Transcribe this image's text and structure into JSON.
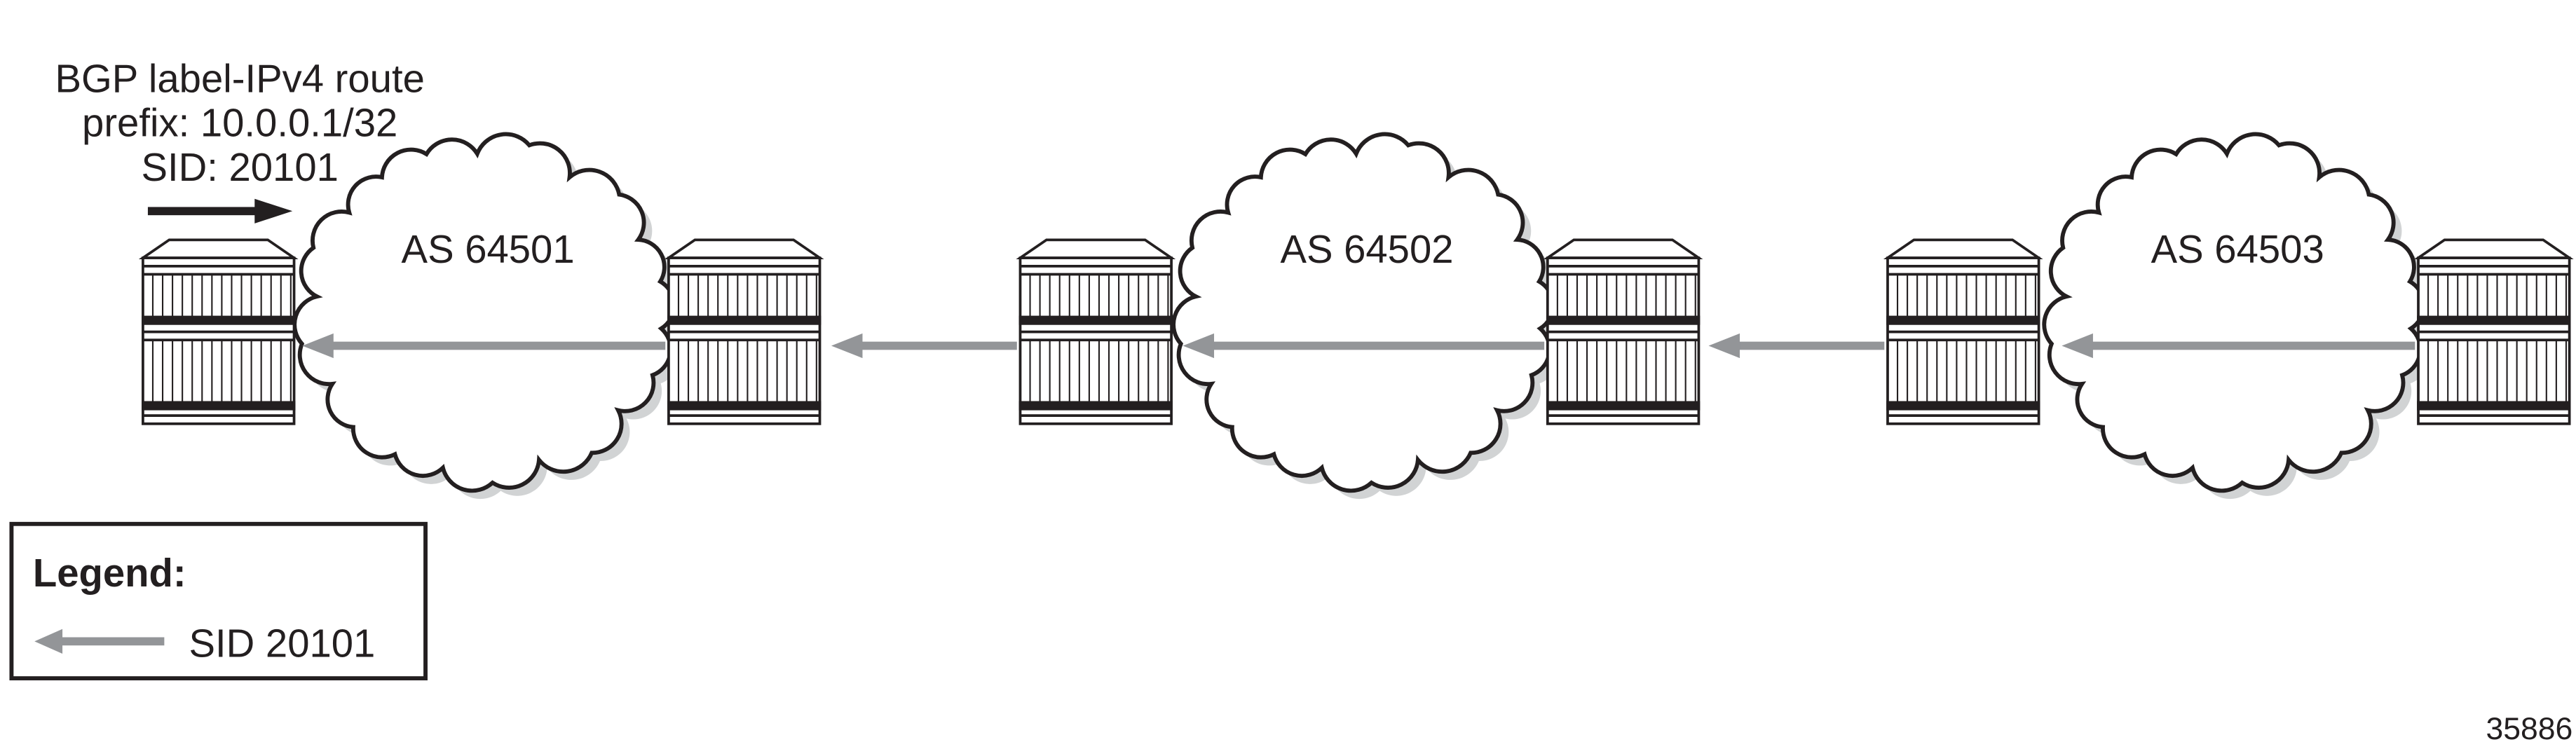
{
  "annotation": {
    "line1": "BGP label-IPv4 route",
    "line2": "prefix: 10.0.0.1/32",
    "line3": "SID: 20101"
  },
  "clouds": [
    {
      "label": "AS 64501"
    },
    {
      "label": "AS 64502"
    },
    {
      "label": "AS 64503"
    }
  ],
  "legend": {
    "title": "Legend:",
    "items": [
      {
        "label": "SID 20101",
        "color": "#939598"
      }
    ]
  },
  "figure_id": "35886",
  "colors": {
    "arrow_gray": "#939598",
    "ink": "#231f20",
    "shadow": "#d1d3d4"
  }
}
